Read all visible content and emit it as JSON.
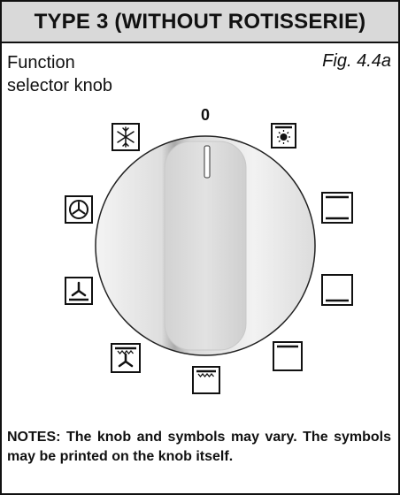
{
  "header": {
    "title": "TYPE 3 (WITHOUT ROTISSERIE)"
  },
  "diagram": {
    "function_label": "Function selector knob",
    "figure_ref": "Fig. 4.4a",
    "zero_label": "0",
    "symbols": [
      "lamp-icon",
      "top-bottom-heating-icon",
      "bottom-heating-icon",
      "top-heating-icon",
      "grill-icon",
      "fan-grill-icon",
      "fan-bottom-heating-icon",
      "fan-oven-icon",
      "defrost-icon"
    ]
  },
  "notes": {
    "text": "NOTES: The knob and symbols may vary. The symbols may be printed on the knob itself."
  }
}
